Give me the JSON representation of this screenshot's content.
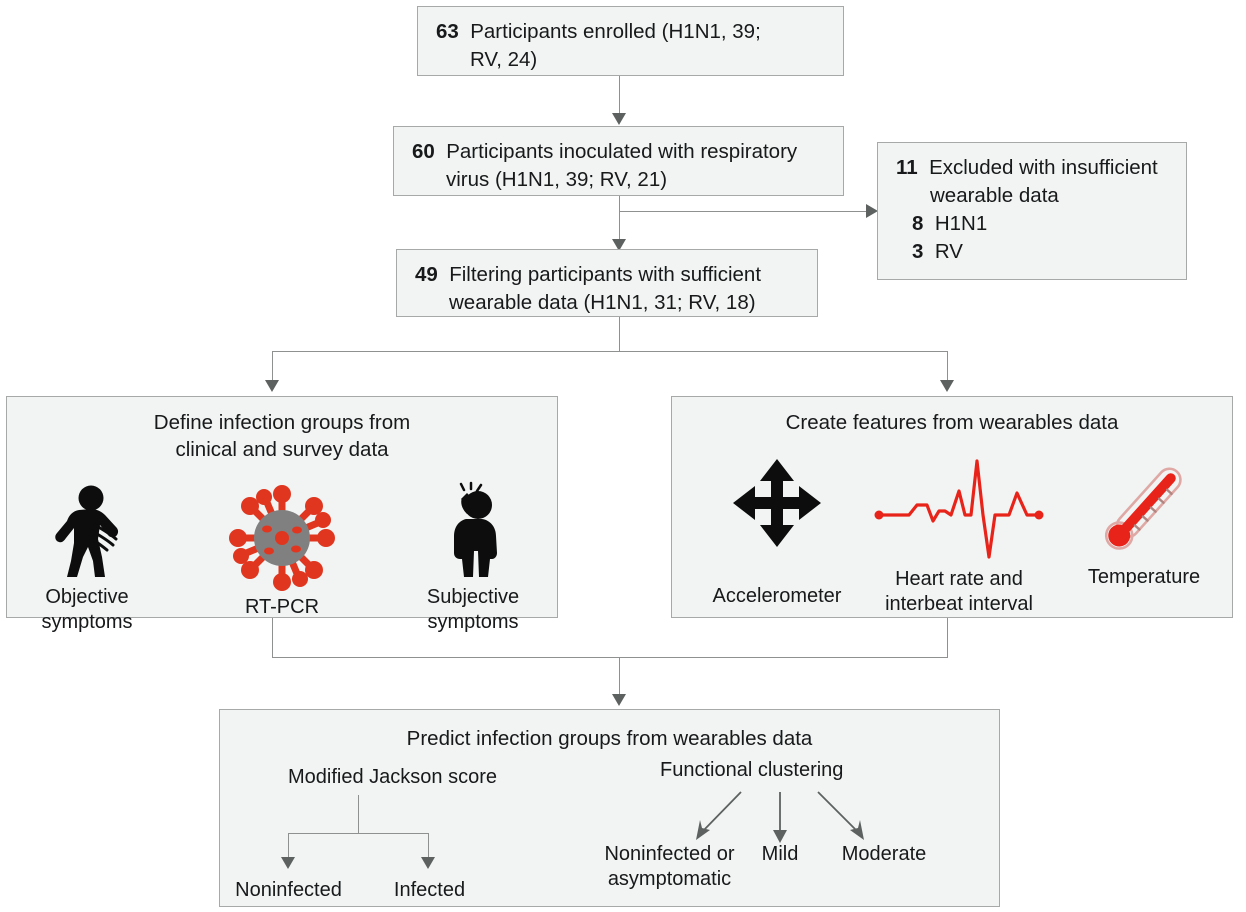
{
  "flow": {
    "step1": {
      "count": "63",
      "line1": "Participants enrolled (H1N1, 39;",
      "line2": "RV, 24)"
    },
    "step2": {
      "count": "60",
      "line1": "Participants inoculated with respiratory",
      "line2": "virus (H1N1, 39; RV, 21)"
    },
    "excluded": {
      "count": "11",
      "line1": "Excluded with insufficient",
      "line2": "wearable data",
      "sub1_count": "8",
      "sub1_label": "H1N1",
      "sub2_count": "3",
      "sub2_label": "RV"
    },
    "step3": {
      "count": "49",
      "line1": "Filtering participants with sufficient",
      "line2": "wearable data (H1N1, 31; RV, 18)"
    }
  },
  "panels": {
    "left": {
      "title_line1": "Define infection groups from",
      "title_line2": "clinical and survey data",
      "icons": [
        {
          "name": "coughing-person-icon",
          "label_line1": "Objective",
          "label_line2": "symptoms"
        },
        {
          "name": "virus-icon",
          "label_line1": "RT-PCR",
          "label_line2": ""
        },
        {
          "name": "headache-person-icon",
          "label_line1": "Subjective",
          "label_line2": "symptoms"
        }
      ]
    },
    "right": {
      "title_line1": "Create features from wearables data",
      "title_line2": "",
      "icons": [
        {
          "name": "four-way-arrow-icon",
          "label_line1": "Accelerometer",
          "label_line2": ""
        },
        {
          "name": "ecg-waveform-icon",
          "label_line1": "Heart rate and",
          "label_line2": "interbeat interval"
        },
        {
          "name": "thermometer-icon",
          "label_line1": "Temperature",
          "label_line2": ""
        }
      ]
    }
  },
  "predict": {
    "title": "Predict infection groups from wearables data",
    "branch_a": {
      "title": "Modified Jackson score",
      "leaves": [
        "Noninfected",
        "Infected"
      ]
    },
    "branch_b": {
      "title": "Functional clustering",
      "leaves": [
        {
          "line1": "Noninfected or",
          "line2": "asymptomatic"
        },
        {
          "line1": "Mild",
          "line2": ""
        },
        {
          "line1": "Moderate",
          "line2": ""
        }
      ]
    }
  },
  "colors": {
    "box_fill": "#f1f4f3",
    "box_border": "#a6a9a8",
    "connector": "#8e9190",
    "arrow_head": "#5d6160",
    "accent_red": "#e8231a",
    "virus_core": "#808080",
    "virus_spike": "#e0361f",
    "silhouette": "#0d0d0d",
    "thermo_outline": "#e0a8a4"
  }
}
